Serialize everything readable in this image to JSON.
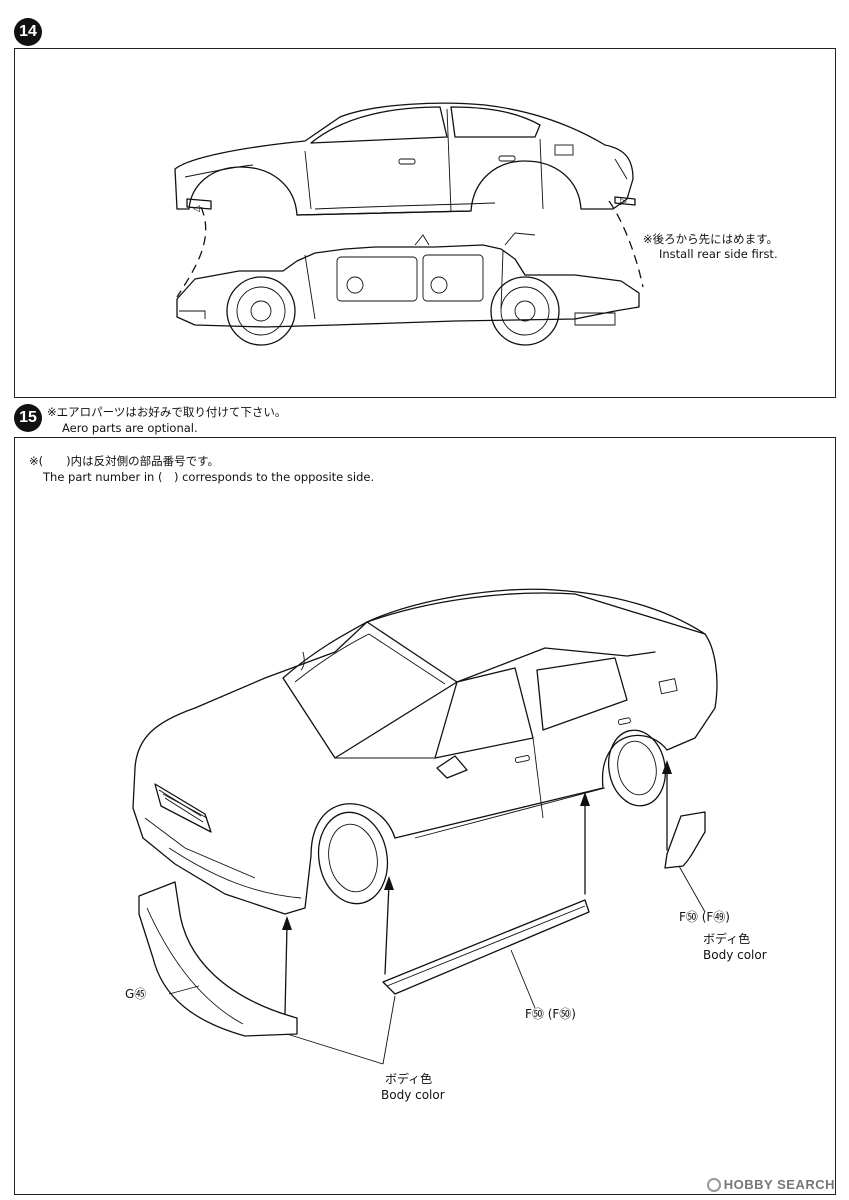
{
  "step14": {
    "number": "14",
    "note_jp": "※後ろから先にはめます。",
    "note_en": "Install rear side first."
  },
  "step15": {
    "number": "15",
    "title_jp": "※エアロパーツはお好みで取り付けて下さい。",
    "title_en": "Aero parts are optional.",
    "note_jp": "※(　　)内は反対側の部品番号です。",
    "note_en": "The part number in (　) corresponds to the opposite side.",
    "parts": {
      "rear_label": "F㊿ (F㊾)",
      "rear_color_jp": "ボディ色",
      "rear_color_en": "Body color",
      "front_label": "G㊺",
      "side_label": "F㊿ (F㊿)",
      "bottom_color_jp": "ボディ色",
      "bottom_color_en": "Body color"
    }
  },
  "watermark": "HOBBY SEARCH"
}
